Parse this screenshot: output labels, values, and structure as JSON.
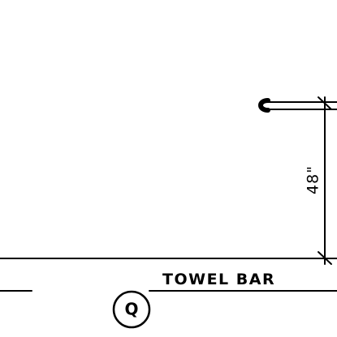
{
  "drawing": {
    "ink_color": "#000000",
    "background_color": "#ffffff",
    "dimension": {
      "value": "48\""
    },
    "detail_tag": {
      "letter": "Q"
    },
    "detail_title": "TOWEL BAR"
  }
}
